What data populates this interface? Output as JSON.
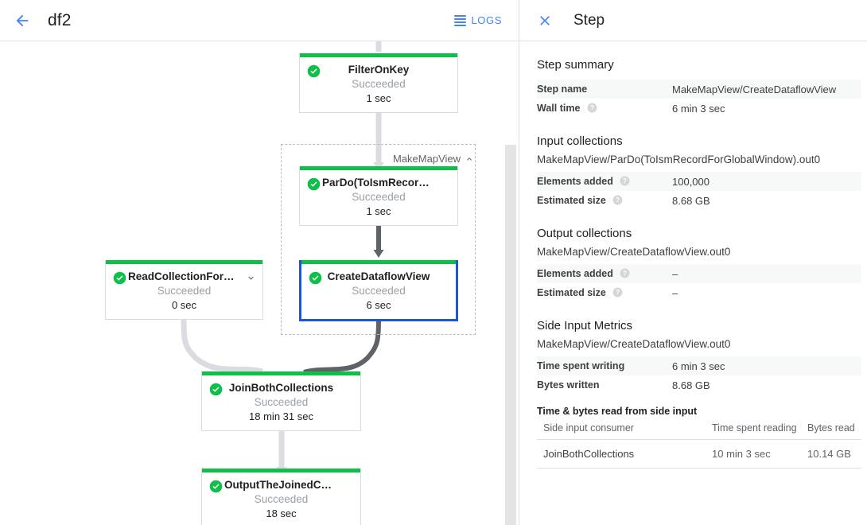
{
  "topbar": {
    "back_icon": "arrow-left-icon",
    "job_title": "df2",
    "logs_label": "LOGS",
    "logs_icon": "logs-list-icon"
  },
  "graph": {
    "composite": {
      "label": "MakeMapView",
      "chevron_icon": "chevron-up-icon"
    },
    "nodes": [
      {
        "id": "filter-on-key",
        "title": "FilterOnKey",
        "status": "Succeeded",
        "time": "1 sec",
        "status_icon": "check-circle-icon",
        "selected": false,
        "chevron": null
      },
      {
        "id": "pardo-toismrecord",
        "title": "ParDo(ToIsmRecordFor…",
        "status": "Succeeded",
        "time": "1 sec",
        "status_icon": "check-circle-icon",
        "selected": false,
        "chevron": null
      },
      {
        "id": "create-dataflow-view",
        "title": "CreateDataflowView",
        "status": "Succeeded",
        "time": "6 sec",
        "status_icon": "check-circle-icon",
        "selected": true,
        "chevron": null
      },
      {
        "id": "read-collection-for-join",
        "title": "ReadCollectionForJoin",
        "status": "Succeeded",
        "time": "0 sec",
        "status_icon": "check-circle-icon",
        "selected": false,
        "chevron": "chevron-down-icon"
      },
      {
        "id": "join-both-collections",
        "title": "JoinBothCollections",
        "status": "Succeeded",
        "time": "18 min 31 sec",
        "status_icon": "check-circle-icon",
        "selected": false,
        "chevron": null
      },
      {
        "id": "output-the-joined-collection",
        "title": "OutputTheJoinedCollec…",
        "status": "Succeeded",
        "time": "18 sec",
        "status_icon": "check-circle-icon",
        "selected": false,
        "chevron": null
      }
    ]
  },
  "panel": {
    "close_icon": "close-icon",
    "title": "Step",
    "step_summary": {
      "heading": "Step summary",
      "rows": [
        {
          "key": "Step name",
          "value": "MakeMapView/CreateDataflowView",
          "help": false
        },
        {
          "key": "Wall time",
          "value": "6 min 3 sec",
          "help": true
        }
      ]
    },
    "input_collections": {
      "heading": "Input collections",
      "collection": "MakeMapView/ParDo(ToIsmRecordForGlobalWindow).out0",
      "rows": [
        {
          "key": "Elements added",
          "value": "100,000",
          "help": true
        },
        {
          "key": "Estimated size",
          "value": "8.68 GB",
          "help": true
        }
      ]
    },
    "output_collections": {
      "heading": "Output collections",
      "collection": "MakeMapView/CreateDataflowView.out0",
      "rows": [
        {
          "key": "Elements added",
          "value": "–",
          "help": true
        },
        {
          "key": "Estimated size",
          "value": "–",
          "help": true
        }
      ]
    },
    "side_input_metrics": {
      "heading": "Side Input Metrics",
      "collection": "MakeMapView/CreateDataflowView.out0",
      "rows": [
        {
          "key": "Time spent writing",
          "value": "6 min 3 sec",
          "help": false
        },
        {
          "key": "Bytes written",
          "value": "8.68 GB",
          "help": false
        }
      ],
      "table_title": "Time & bytes read from side input",
      "columns": [
        "Side input consumer",
        "Time spent reading",
        "Bytes read"
      ],
      "rows_data": [
        [
          "JoinBothCollections",
          "10 min 3 sec",
          "10.14 GB"
        ]
      ]
    }
  },
  "colors": {
    "accent_blue": "#4285f4",
    "selected_border": "#1a56d6",
    "success_green": "#0fbf4a",
    "text_primary": "#202124",
    "text_muted": "#9aa0a6",
    "divider": "#e0e0e0"
  }
}
